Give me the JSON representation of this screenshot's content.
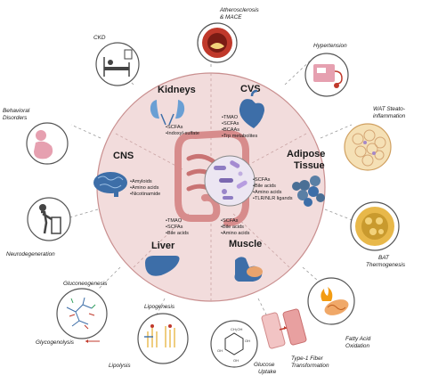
{
  "organs": {
    "kidneys": {
      "title": "Kidneys",
      "items": [
        "•SCFAs",
        "•Indoxyl-sulfate"
      ]
    },
    "cvs": {
      "title": "CVS",
      "items": [
        "•TMAO",
        "•SCFAs",
        "•BCAAs",
        "•Trp metabolites"
      ]
    },
    "cns": {
      "title": "CNS",
      "items": [
        "•Amyloids",
        "•Amino acids",
        "•Nicotinamide"
      ]
    },
    "adipose": {
      "title_line1": "Adipose",
      "title_line2": "Tissue",
      "items": [
        "•SCFAs",
        "•Bile acids",
        "•Amino acids",
        "•TLR/NLR ligands"
      ]
    },
    "liver": {
      "title": "Liver",
      "items": [
        "•TMAO",
        "•SCFAs",
        "•Bile acids"
      ]
    },
    "muscle": {
      "title": "Muscle",
      "items": [
        "•SCFAs",
        "•Bile acids",
        "•Amino acids"
      ]
    }
  },
  "outer": {
    "ckd": "CKD",
    "athero_line1": "Atherosclerosis",
    "athero_line2": "& MACE",
    "hypertension": "Hypertension",
    "behav_line1": "Behavioral",
    "behav_line2": "Disorders",
    "wat_line1": "WAT Steato-",
    "wat_line2": "inflammation",
    "neuro": "Neurodegeneration",
    "bat_line1": "BAT",
    "bat_line2": "Thermogenesis",
    "gluconeo": "Gluconeogenesis",
    "glycogeno": "Glycogenolysis",
    "lipogenesis": "Lipogenesis",
    "lipolysis": "Lipolysis",
    "fao_line1": "Fatty Acid",
    "fao_line2": "Oxidation",
    "type1_line1": "Type-1 Fiber",
    "type1_line2": "Transformation",
    "glucose_line1": "Glucose",
    "glucose_line2": "Uptake"
  },
  "colors": {
    "background_disc": "#f2dcdc",
    "disc_border": "#c98f8f",
    "icon_circle_border": "#555555",
    "blue_icon": "#3d6ea8",
    "red_icon": "#c0392b",
    "gut_color": "#d78c8c"
  }
}
